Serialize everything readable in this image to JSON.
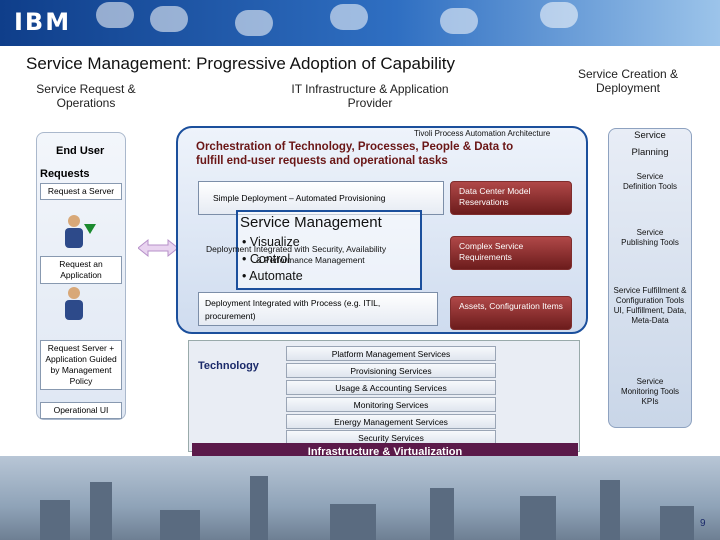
{
  "header": {
    "logo": "IBM"
  },
  "title": "Service Management: Progressive Adoption of Capability",
  "columns": {
    "left": "Service Request & Operations",
    "middle": "IT Infrastructure & Application Provider",
    "right": "Service Creation & Deployment"
  },
  "left_panel": {
    "end_user": "End User",
    "requests": "Requests",
    "items": [
      "Request a Server",
      "Request an Application",
      "Request Server + Application Guided by Management Policy",
      "Operational UI"
    ]
  },
  "main": {
    "tpaa": "Tivoli Process Automation Architecture",
    "orchestration": "Orchestration of Technology, Processes, People & Data to fulfill end-user requests and operational tasks",
    "simple_deployment": "Simple Deployment – Automated Provisioning",
    "service_management": "Service Management",
    "bullets": [
      "• Visualize",
      "• Control",
      "• Automate"
    ],
    "deploy_security": "Deployment Integrated with Security, Availability",
    "deploy_perf": "& Performance Management",
    "deploy_process": "Deployment Integrated with Process (e.g. ITIL, procurement)",
    "red_boxes": [
      "Data Center Model Reservations",
      "Complex Service Requirements",
      "Assets, Configuration Items"
    ]
  },
  "technology": {
    "label": "Technology",
    "services": [
      "Platform Management Services",
      "Provisioning Services",
      "Usage & Accounting Services",
      "Monitoring Services",
      "Energy Management Services",
      "Security Services"
    ],
    "infra": "Infrastructure & Virtualization"
  },
  "right_panel": {
    "service": "Service",
    "planning": "Planning",
    "items": [
      "Service Definition Tools",
      "Service Publishing Tools",
      "Service Fulfillment & Configuration Tools UI, Fulfillment, Data, Meta-Data",
      "Service Monitoring Tools KPIs"
    ]
  },
  "page_number": "9",
  "colors": {
    "header": "#1b4f9c",
    "accent_red": "#6c1c1c",
    "infra": "#5b1a4a"
  }
}
